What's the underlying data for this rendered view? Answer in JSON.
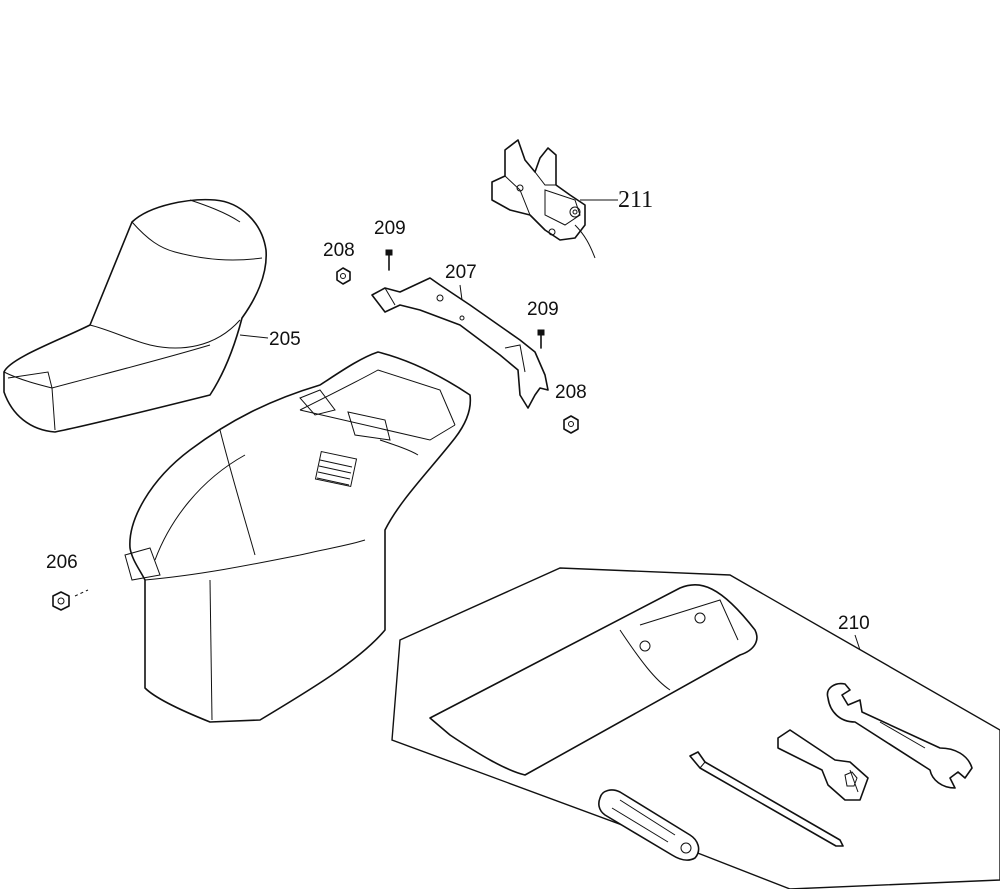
{
  "diagram": {
    "labels": {
      "p205": "205",
      "p206": "206",
      "p207": "207",
      "p208a": "208",
      "p208b": "208",
      "p209a": "209",
      "p209b": "209",
      "p210": "210",
      "p211": "211"
    },
    "colors": {
      "ink": "#111111",
      "paper": "#ffffff"
    }
  }
}
